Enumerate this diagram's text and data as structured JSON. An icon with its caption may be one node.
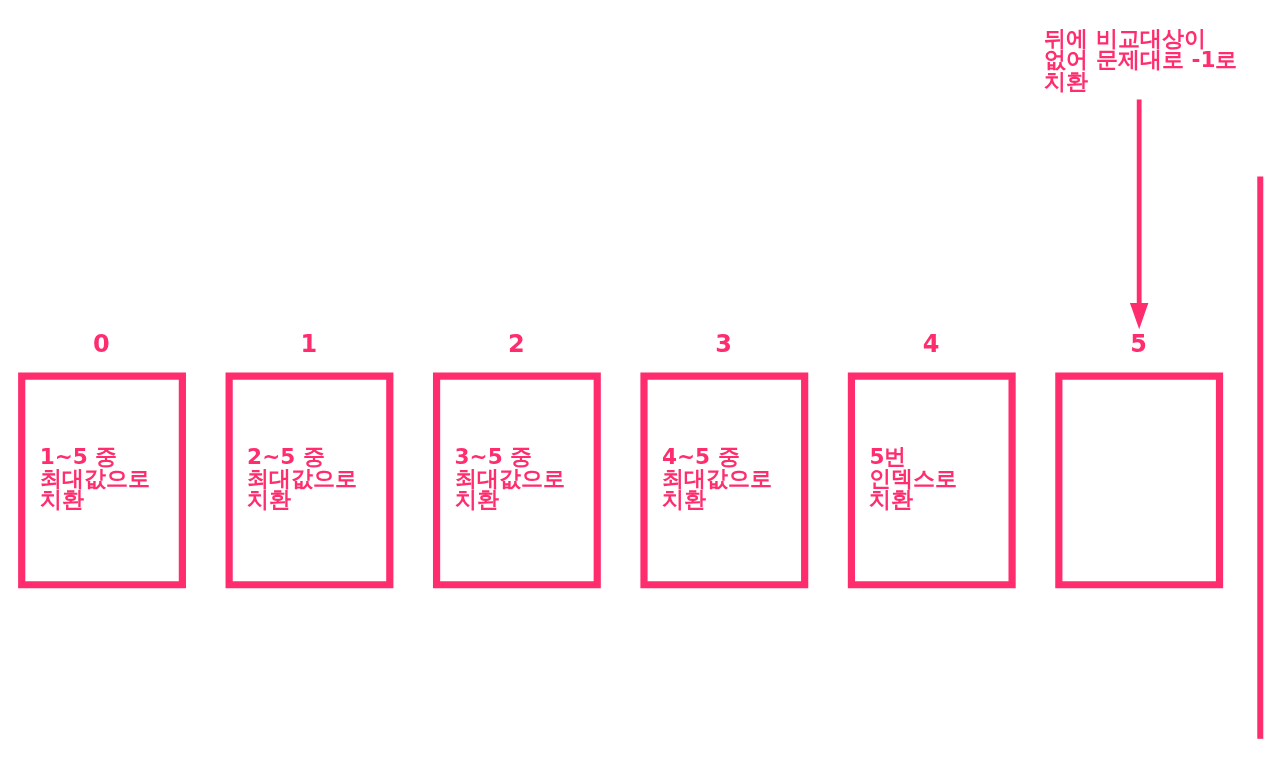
{
  "diagram": {
    "nodes": [
      {
        "text": [
          "뒤에 비교대상이 없어 문제대로 -1로 치환"
        ]
      },
      {
        "text": [
          "0",
          "1~5 중 최대값으로 치환"
        ]
      },
      {
        "text": [
          "1",
          "2~5 중 최대값으로 치환"
        ]
      },
      {
        "text": [
          "2",
          "3~5 중 최대값으로 치환"
        ]
      },
      {
        "text": [
          "3",
          "4~5 중 최대값으로 치환"
        ]
      },
      {
        "text": [
          "4",
          "5번 인덱스로 치환"
        ]
      },
      {
        "text": [
          "5"
        ]
      }
    ],
    "edges": [
      {
        "from": 0,
        "to": 6,
        "arrow": "to"
      }
    ]
  }
}
